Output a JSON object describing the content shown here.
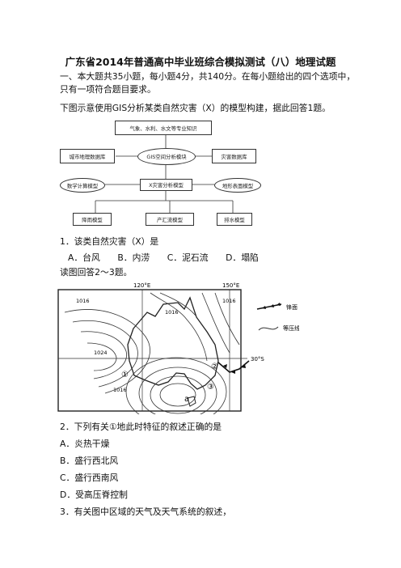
{
  "title": "广东省2014年普通高中毕业班综合模拟测试（八）地理试题",
  "section1": {
    "line1": "一、本大题共35小题，每小题4分，共140分。在每小题给出的四个选项中，",
    "line2": "只有一项符合题目要求。"
  },
  "intro1": "下图示意使用GIS分析某类自然灾害（X）的模型构建，据此回答1题。",
  "flowchart": {
    "top": "气象、水利、水文等专业知识",
    "left": "城市地理数据库",
    "center": "GIS空间分析模块",
    "right": "灾害数据库",
    "row3_left": "数学计算模型",
    "row3_center": "X灾害分析模型",
    "row3_right": "地形表面模型",
    "bottom_left": "降雨模型",
    "bottom_center": "产汇流模型",
    "bottom_right": "排水模型"
  },
  "q1": {
    "stem": "1．该类自然灾害（X）是",
    "options": "A．台风　　B．内涝　　C．泥石流　　D．塌陷"
  },
  "intro2": "读图回答2～3题。",
  "map": {
    "lon1": "120°E",
    "lon2": "150°E",
    "lat": "30°S",
    "iso_1016_a": "1016",
    "iso_1016_b": "1016",
    "iso_1016_c": "1016",
    "iso_1016_d": "1016",
    "iso_1024": "1024",
    "mark1": "①",
    "mark2": "②",
    "mark3": "③",
    "mark_a": "a",
    "legend_front": "锋面",
    "legend_isobar": "等压线"
  },
  "q2": {
    "stem": "2．下列有关①地此时特征的叙述正确的是",
    "a": "A．炎热干燥",
    "b": "B．盛行西北风",
    "c": "C．盛行西南风",
    "d": "D．受高压脊控制"
  },
  "q3": {
    "stem": "3．有关图中区域的天气及天气系统的叙述，"
  }
}
